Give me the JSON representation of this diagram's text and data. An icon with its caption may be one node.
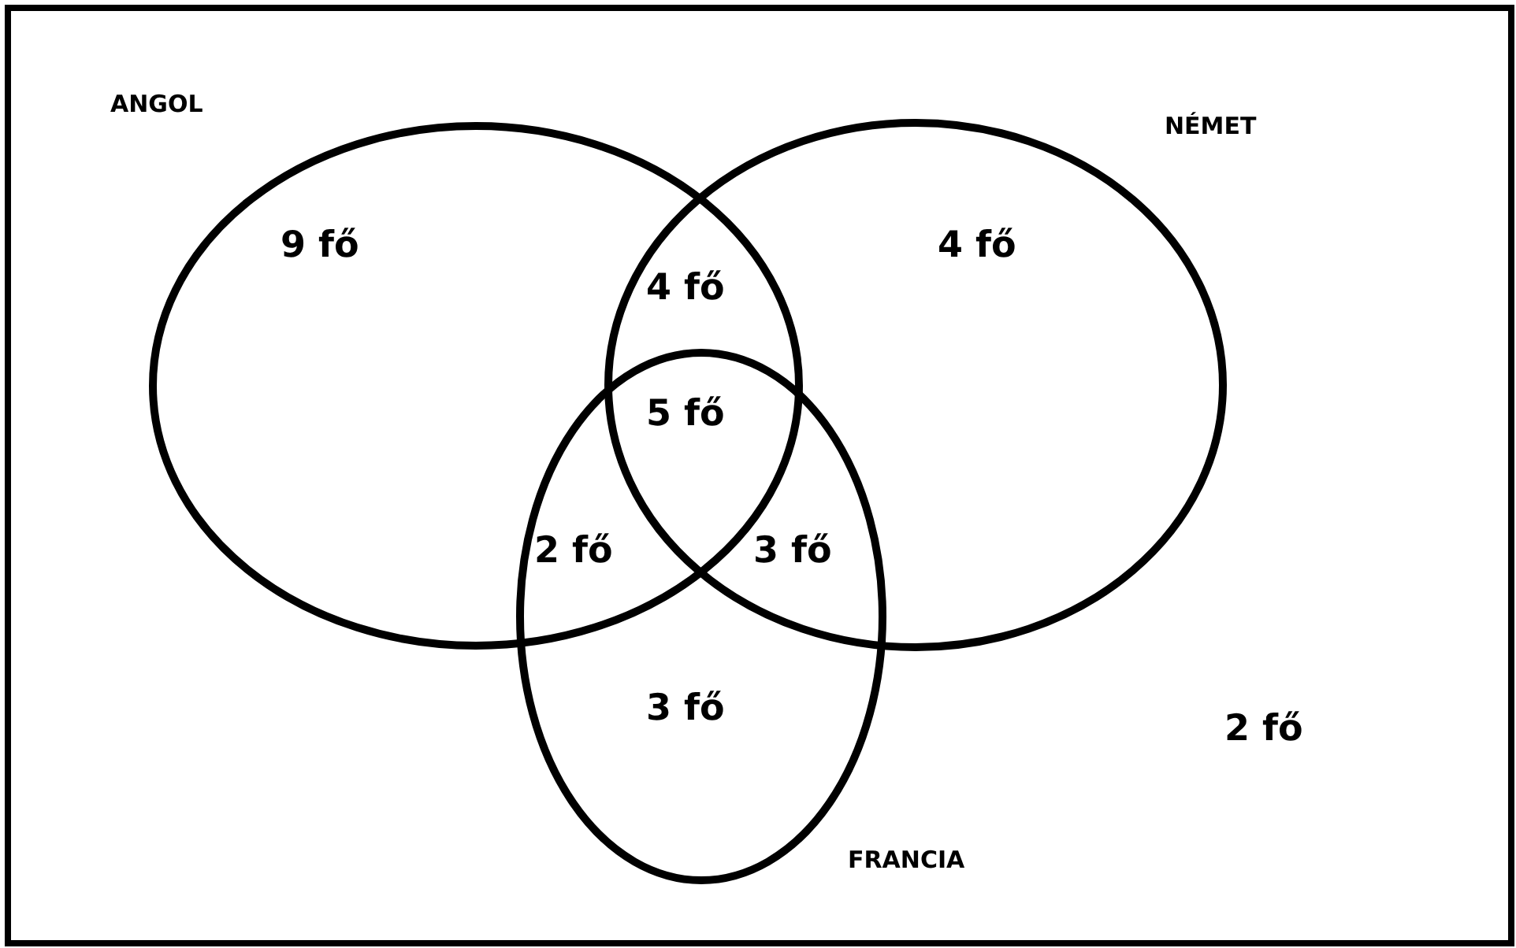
{
  "diagram": {
    "nodes": [
      {
        "text": [
          "ANGOL"
        ]
      },
      {
        "text": [
          "NÉMET"
        ]
      },
      {
        "text": [
          "FRANCIA"
        ]
      }
    ],
    "labels": [
      "9 fő",
      "4 fő",
      "4 fő",
      "5 fő",
      "2 fő",
      "3 fő",
      "3 fő",
      "2 fő"
    ]
  }
}
